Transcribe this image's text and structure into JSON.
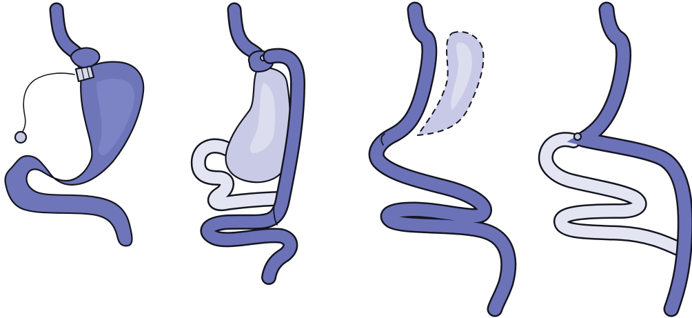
{
  "title": "",
  "colors": {
    "background": "#ffffff",
    "outline": "#14151f",
    "tract": "#6b72b8",
    "stomach": "#6e75b9",
    "stomach_highlight": "#7d84c6",
    "pouch_light": "#c9cbe6",
    "pouch_light_highlight": "#dcddef",
    "bypassed": "#e4e5f3",
    "bypassed_highlight": "#f4f4fa",
    "removed_region": "#c7c9e6",
    "band": "#d7d9ea",
    "port": "#c6c8e4"
  },
  "panels": [
    {
      "name": "gastric-band-procedure",
      "label": ""
    },
    {
      "name": "gastric-bypass-procedure",
      "label": ""
    },
    {
      "name": "sleeve-gastrectomy-procedure",
      "label": ""
    },
    {
      "name": "duodenal-switch-procedure",
      "label": ""
    }
  ]
}
